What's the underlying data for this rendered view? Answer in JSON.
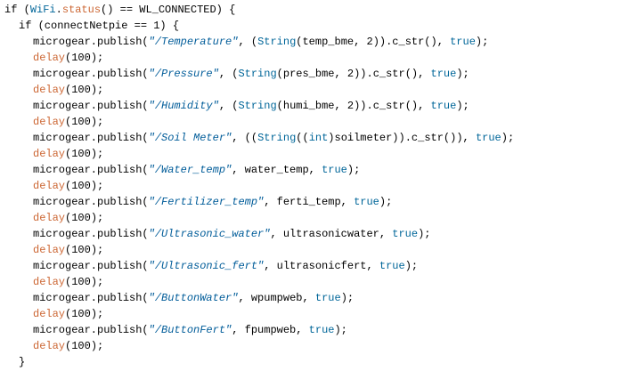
{
  "editor": {
    "theme": {
      "background": "#ffffff",
      "plain": "#000000",
      "keyword": "#cc6633",
      "type": "#006699",
      "string": "#005c99",
      "literal": "#006699"
    },
    "lines": [
      {
        "indent": 0,
        "tokens": [
          {
            "t": "if (",
            "k": "plain"
          },
          {
            "t": "WiFi",
            "k": "type"
          },
          {
            "t": ".",
            "k": "plain"
          },
          {
            "t": "status",
            "k": "keyword"
          },
          {
            "t": "() == WL_CONNECTED) {",
            "k": "plain"
          }
        ]
      },
      {
        "indent": 1,
        "tokens": [
          {
            "t": "if (connectNetpie == 1) {",
            "k": "plain"
          }
        ]
      },
      {
        "indent": 2,
        "tokens": [
          {
            "t": "microgear.publish(",
            "k": "plain"
          },
          {
            "t": "\"/Temperature\"",
            "k": "string"
          },
          {
            "t": ", (",
            "k": "plain"
          },
          {
            "t": "String",
            "k": "type"
          },
          {
            "t": "(temp_bme, 2)).c_str(), ",
            "k": "plain"
          },
          {
            "t": "true",
            "k": "literal"
          },
          {
            "t": ");",
            "k": "plain"
          }
        ]
      },
      {
        "indent": 2,
        "tokens": [
          {
            "t": "delay",
            "k": "keyword"
          },
          {
            "t": "(100);",
            "k": "plain"
          }
        ]
      },
      {
        "indent": 2,
        "tokens": [
          {
            "t": "microgear.publish(",
            "k": "plain"
          },
          {
            "t": "\"/Pressure\"",
            "k": "string"
          },
          {
            "t": ", (",
            "k": "plain"
          },
          {
            "t": "String",
            "k": "type"
          },
          {
            "t": "(pres_bme, 2)).c_str(), ",
            "k": "plain"
          },
          {
            "t": "true",
            "k": "literal"
          },
          {
            "t": ");",
            "k": "plain"
          }
        ]
      },
      {
        "indent": 2,
        "tokens": [
          {
            "t": "delay",
            "k": "keyword"
          },
          {
            "t": "(100);",
            "k": "plain"
          }
        ]
      },
      {
        "indent": 2,
        "tokens": [
          {
            "t": "microgear.publish(",
            "k": "plain"
          },
          {
            "t": "\"/Humidity\"",
            "k": "string"
          },
          {
            "t": ", (",
            "k": "plain"
          },
          {
            "t": "String",
            "k": "type"
          },
          {
            "t": "(humi_bme, 2)).c_str(), ",
            "k": "plain"
          },
          {
            "t": "true",
            "k": "literal"
          },
          {
            "t": ");",
            "k": "plain"
          }
        ]
      },
      {
        "indent": 2,
        "tokens": [
          {
            "t": "delay",
            "k": "keyword"
          },
          {
            "t": "(100);",
            "k": "plain"
          }
        ]
      },
      {
        "indent": 2,
        "tokens": [
          {
            "t": "microgear.publish(",
            "k": "plain"
          },
          {
            "t": "\"/Soil Meter\"",
            "k": "string"
          },
          {
            "t": ", ((",
            "k": "plain"
          },
          {
            "t": "String",
            "k": "type"
          },
          {
            "t": "((",
            "k": "plain"
          },
          {
            "t": "int",
            "k": "type"
          },
          {
            "t": ")soilmeter)).c_str()), ",
            "k": "plain"
          },
          {
            "t": "true",
            "k": "literal"
          },
          {
            "t": ");",
            "k": "plain"
          }
        ]
      },
      {
        "indent": 2,
        "tokens": [
          {
            "t": "delay",
            "k": "keyword"
          },
          {
            "t": "(100);",
            "k": "plain"
          }
        ]
      },
      {
        "indent": 2,
        "tokens": [
          {
            "t": "microgear.publish(",
            "k": "plain"
          },
          {
            "t": "\"/Water_temp\"",
            "k": "string"
          },
          {
            "t": ", water_temp, ",
            "k": "plain"
          },
          {
            "t": "true",
            "k": "literal"
          },
          {
            "t": ");",
            "k": "plain"
          }
        ]
      },
      {
        "indent": 2,
        "tokens": [
          {
            "t": "delay",
            "k": "keyword"
          },
          {
            "t": "(100);",
            "k": "plain"
          }
        ]
      },
      {
        "indent": 2,
        "tokens": [
          {
            "t": "microgear.publish(",
            "k": "plain"
          },
          {
            "t": "\"/Fertilizer_temp\"",
            "k": "string"
          },
          {
            "t": ", ferti_temp, ",
            "k": "plain"
          },
          {
            "t": "true",
            "k": "literal"
          },
          {
            "t": ");",
            "k": "plain"
          }
        ]
      },
      {
        "indent": 2,
        "tokens": [
          {
            "t": "delay",
            "k": "keyword"
          },
          {
            "t": "(100);",
            "k": "plain"
          }
        ]
      },
      {
        "indent": 2,
        "tokens": [
          {
            "t": "microgear.publish(",
            "k": "plain"
          },
          {
            "t": "\"/Ultrasonic_water\"",
            "k": "string"
          },
          {
            "t": ", ultrasonicwater, ",
            "k": "plain"
          },
          {
            "t": "true",
            "k": "literal"
          },
          {
            "t": ");",
            "k": "plain"
          }
        ]
      },
      {
        "indent": 2,
        "tokens": [
          {
            "t": "delay",
            "k": "keyword"
          },
          {
            "t": "(100);",
            "k": "plain"
          }
        ]
      },
      {
        "indent": 2,
        "tokens": [
          {
            "t": "microgear.publish(",
            "k": "plain"
          },
          {
            "t": "\"/Ultrasonic_fert\"",
            "k": "string"
          },
          {
            "t": ", ultrasonicfert, ",
            "k": "plain"
          },
          {
            "t": "true",
            "k": "literal"
          },
          {
            "t": ");",
            "k": "plain"
          }
        ]
      },
      {
        "indent": 2,
        "tokens": [
          {
            "t": "delay",
            "k": "keyword"
          },
          {
            "t": "(100);",
            "k": "plain"
          }
        ]
      },
      {
        "indent": 2,
        "tokens": [
          {
            "t": "microgear.publish(",
            "k": "plain"
          },
          {
            "t": "\"/ButtonWater\"",
            "k": "string"
          },
          {
            "t": ", wpumpweb, ",
            "k": "plain"
          },
          {
            "t": "true",
            "k": "literal"
          },
          {
            "t": ");",
            "k": "plain"
          }
        ]
      },
      {
        "indent": 2,
        "tokens": [
          {
            "t": "delay",
            "k": "keyword"
          },
          {
            "t": "(100);",
            "k": "plain"
          }
        ]
      },
      {
        "indent": 2,
        "tokens": [
          {
            "t": "microgear.publish(",
            "k": "plain"
          },
          {
            "t": "\"/ButtonFert\"",
            "k": "string"
          },
          {
            "t": ", fpumpweb, ",
            "k": "plain"
          },
          {
            "t": "true",
            "k": "literal"
          },
          {
            "t": ");",
            "k": "plain"
          }
        ]
      },
      {
        "indent": 2,
        "tokens": [
          {
            "t": "delay",
            "k": "keyword"
          },
          {
            "t": "(100);",
            "k": "plain"
          }
        ]
      },
      {
        "indent": 1,
        "tokens": [
          {
            "t": "}",
            "k": "plain"
          }
        ]
      }
    ]
  }
}
